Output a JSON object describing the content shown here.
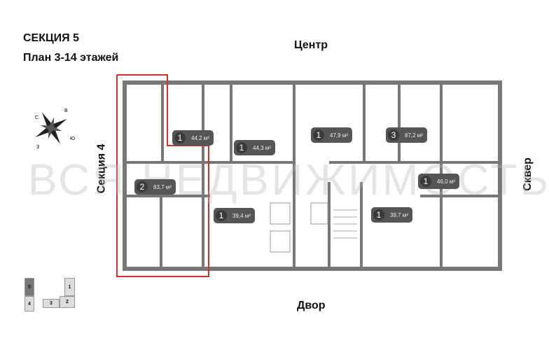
{
  "header": {
    "title": "СЕКЦИЯ 5",
    "subtitle": "План 3-14 этажей"
  },
  "orientation": {
    "top": "Центр",
    "bottom": "Двор",
    "right": "Сквер",
    "left": "Секция 4"
  },
  "compass": {
    "labels": [
      "С",
      "В",
      "Ю",
      "З"
    ]
  },
  "watermark": "ВСЯ НЕДВИЖИМОСТЬ",
  "apartments": [
    {
      "rooms": "1",
      "area": "44,2 м²"
    },
    {
      "rooms": "1",
      "area": "44,3 м²"
    },
    {
      "rooms": "1",
      "area": "47,9 м²"
    },
    {
      "rooms": "3",
      "area": "87,2 м²"
    },
    {
      "rooms": "1",
      "area": "46,0 м²"
    },
    {
      "rooms": "2",
      "area": "83,7 м²",
      "selected": true
    },
    {
      "rooms": "1",
      "area": "39,4 м²"
    },
    {
      "rooms": "1",
      "area": "39,7 м²"
    }
  ],
  "sections_map": {
    "sections": [
      "5",
      "4",
      "3",
      "2",
      "1"
    ],
    "current": "5"
  },
  "colors": {
    "highlight": "#d32f2f",
    "wall": "#777777",
    "badge": "#555555"
  }
}
